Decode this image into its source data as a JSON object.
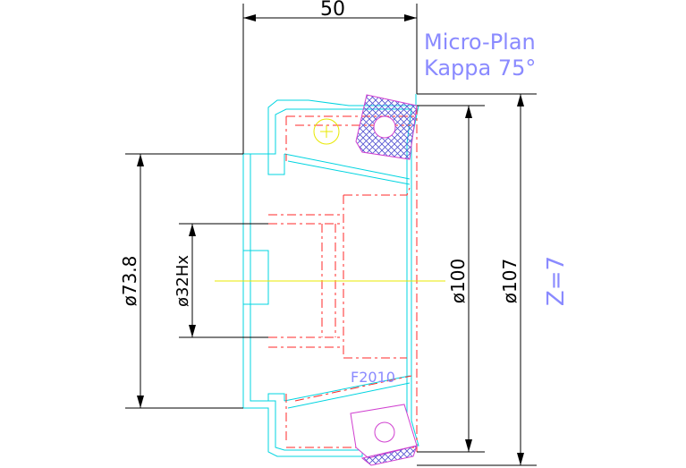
{
  "dimensions": {
    "width_top": "50",
    "dia_73_8": "ø73.8",
    "dia_32hx": "ø32Hx",
    "dia_100": "ø100",
    "dia_107": "ø107"
  },
  "notes": {
    "title_line1": "Micro-Plan",
    "title_line2": "Kappa 75°",
    "teeth": "Z=7",
    "insert_code": "F2010"
  },
  "colors": {
    "body_outline": "#00d4e0",
    "hidden_lines": "#ff2a2a",
    "annotation": "#8a8aff",
    "insert_hatch": "#5050d0",
    "centerline": "#e8e800"
  }
}
